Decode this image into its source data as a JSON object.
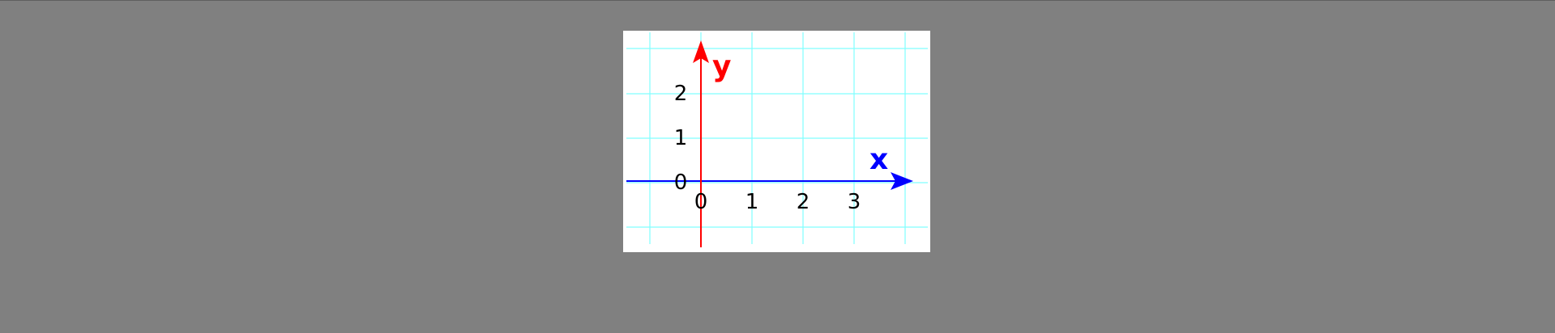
{
  "diagram": {
    "x_axis": {
      "label": "x",
      "color": "#0000ff",
      "ticks": [
        "0",
        "1",
        "2",
        "3"
      ]
    },
    "y_axis": {
      "label": "y",
      "color": "#ff0000",
      "ticks": [
        "0",
        "1",
        "2"
      ]
    },
    "grid_color": "#80ffff",
    "background": "#ffffff",
    "page_background": "#808080"
  }
}
